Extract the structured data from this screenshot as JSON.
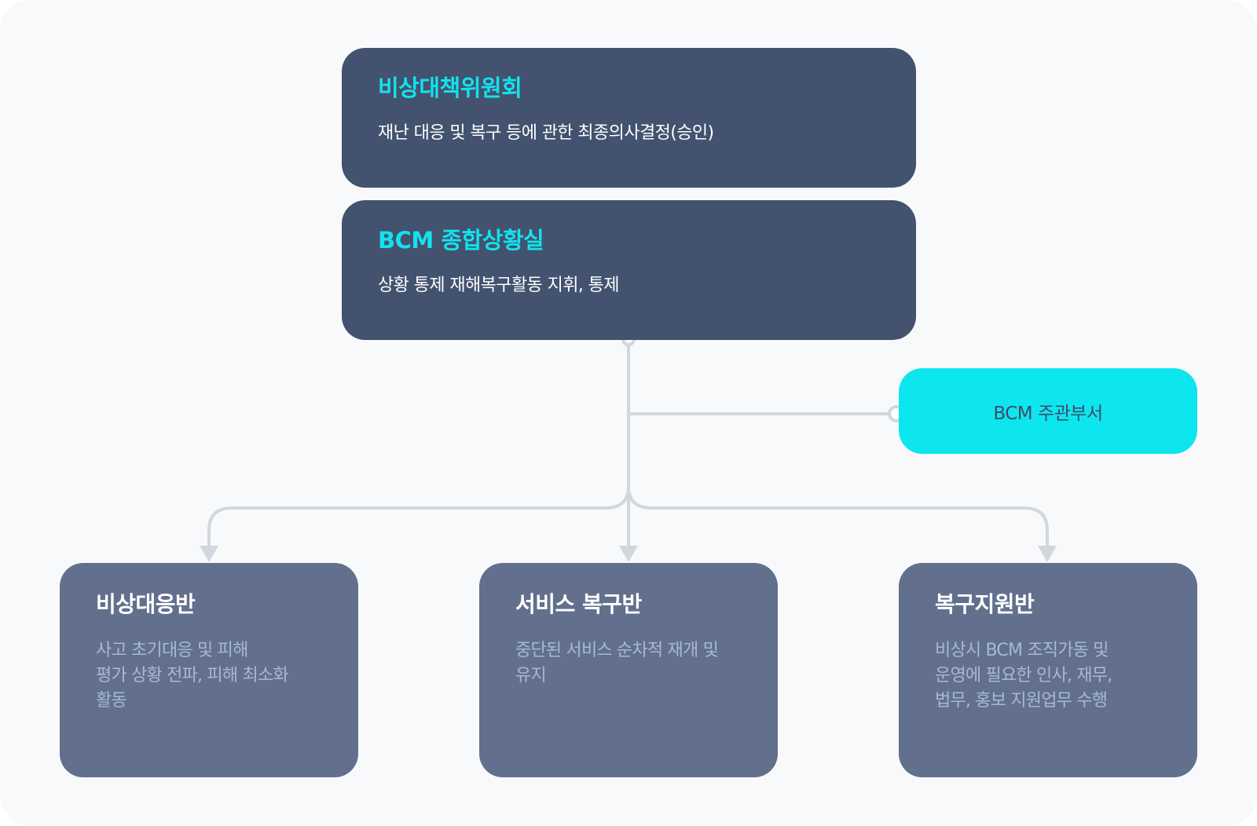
{
  "committee": {
    "title": "비상대책위원회",
    "description": "재난 대응 및 복구 등에 관한 최종의사결정(승인)"
  },
  "situation_room": {
    "title": "BCM 종합상황실",
    "description": "상황 통제 재해복구활동 지휘, 통제"
  },
  "managing_department": {
    "label": "BCM 주관부서"
  },
  "teams": [
    {
      "title": "비상대응반",
      "description_lines": [
        "사고 초기대응 및 피해",
        "평가 상황 전파, 피해 최소화",
        "활동"
      ]
    },
    {
      "title": "서비스 복구반",
      "description_lines": [
        "중단된 서비스 순차적 재개 및",
        "유지"
      ]
    },
    {
      "title": "복구지원반",
      "description_lines": [
        "비상시 BCM 조직가동 및",
        "운영에 필요한 인사, 재무,",
        "법무, 홍보 지원업무 수행"
      ]
    }
  ],
  "colors": {
    "dark_box": "#42526f",
    "team_box": "#62708e",
    "accent_cyan": "#0ee6ef",
    "connector": "#d4d6de"
  }
}
